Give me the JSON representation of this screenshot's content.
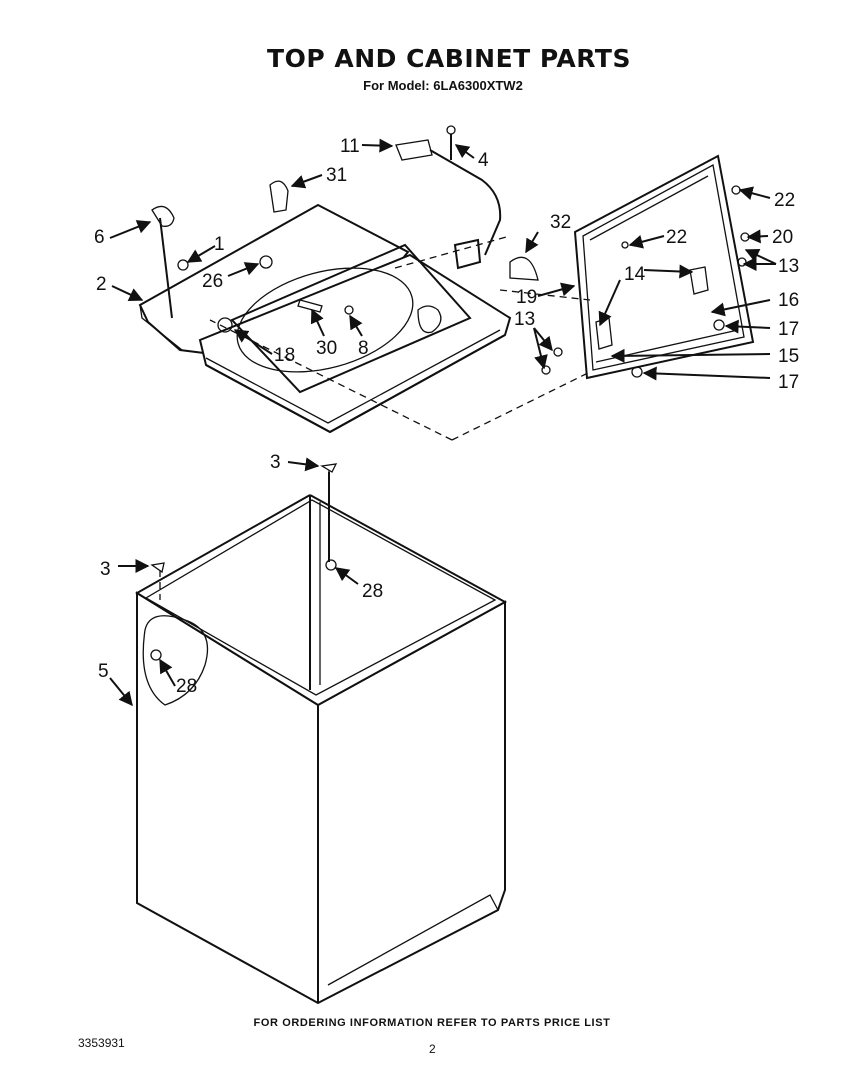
{
  "header": {
    "title": "TOP AND CABINET PARTS",
    "subtitle": "For Model: 6LA6300XTW2"
  },
  "callouts": {
    "c1": "1",
    "c2": "2",
    "c3a": "3",
    "c3b": "3",
    "c4": "4",
    "c5": "5",
    "c6": "6",
    "c8": "8",
    "c11": "11",
    "c13a": "13",
    "c13b": "13",
    "c14": "14",
    "c15": "15",
    "c16": "16",
    "c17a": "17",
    "c17b": "17",
    "c18": "18",
    "c19": "19",
    "c20": "20",
    "c22a": "22",
    "c22b": "22",
    "c26": "26",
    "c28a": "28",
    "c28b": "28",
    "c30": "30",
    "c31": "31",
    "c32": "32"
  },
  "footer": {
    "note": "FOR ORDERING INFORMATION REFER TO PARTS PRICE LIST",
    "doc_number": "3353931",
    "page_number": "2"
  }
}
